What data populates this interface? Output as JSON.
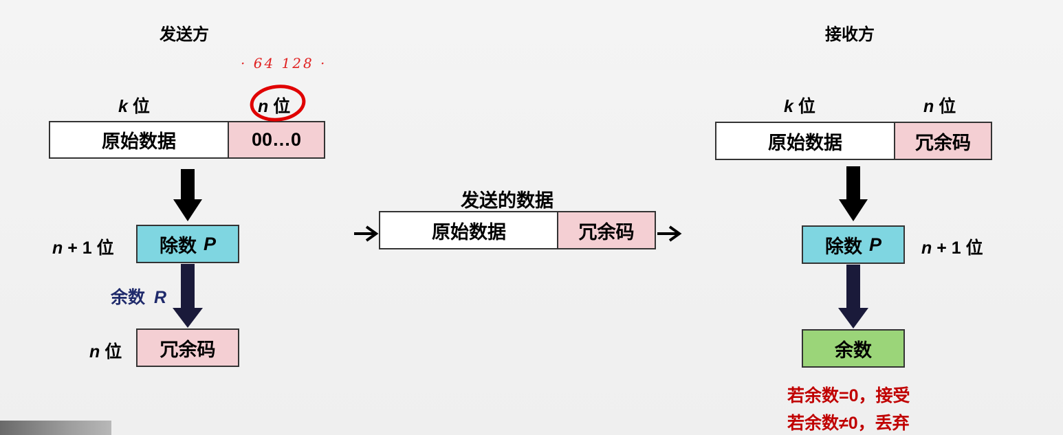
{
  "sender": {
    "title": "发送方",
    "k_label_var": "k",
    "k_label_unit": "位",
    "n_label_var": "n",
    "n_label_unit": "位",
    "handwriting": "· 64   128 ·",
    "data_box": "原始数据",
    "zero_box": "00…0",
    "divisor_label_prefix": "n",
    "divisor_label_suffix": "+ 1 位",
    "divisor_box_text": "除数",
    "divisor_box_var": "P",
    "remainder_text": "余数",
    "remainder_var": "R",
    "crc_label_var": "n",
    "crc_label_unit": "位",
    "crc_box": "冗余码"
  },
  "transmit": {
    "title": "发送的数据",
    "data_box": "原始数据",
    "crc_box": "冗余码"
  },
  "receiver": {
    "title": "接收方",
    "k_label_var": "k",
    "k_label_unit": "位",
    "n_label_var": "n",
    "n_label_unit": "位",
    "data_box": "原始数据",
    "crc_box": "冗余码",
    "divisor_box_text": "除数",
    "divisor_box_var": "P",
    "divisor_label_prefix": "n",
    "divisor_label_suffix": "+ 1 位",
    "remainder_box": "余数",
    "accept_note": "若余数=0，接受",
    "discard_note": "若余数≠0，丢弃"
  },
  "colors": {
    "pink": "#f4cfd3",
    "cyan": "#7fd6e1",
    "green": "#9bd579",
    "note_red": "#c00000",
    "navy": "#1f2a6b",
    "annotation_red": "#e00000"
  }
}
